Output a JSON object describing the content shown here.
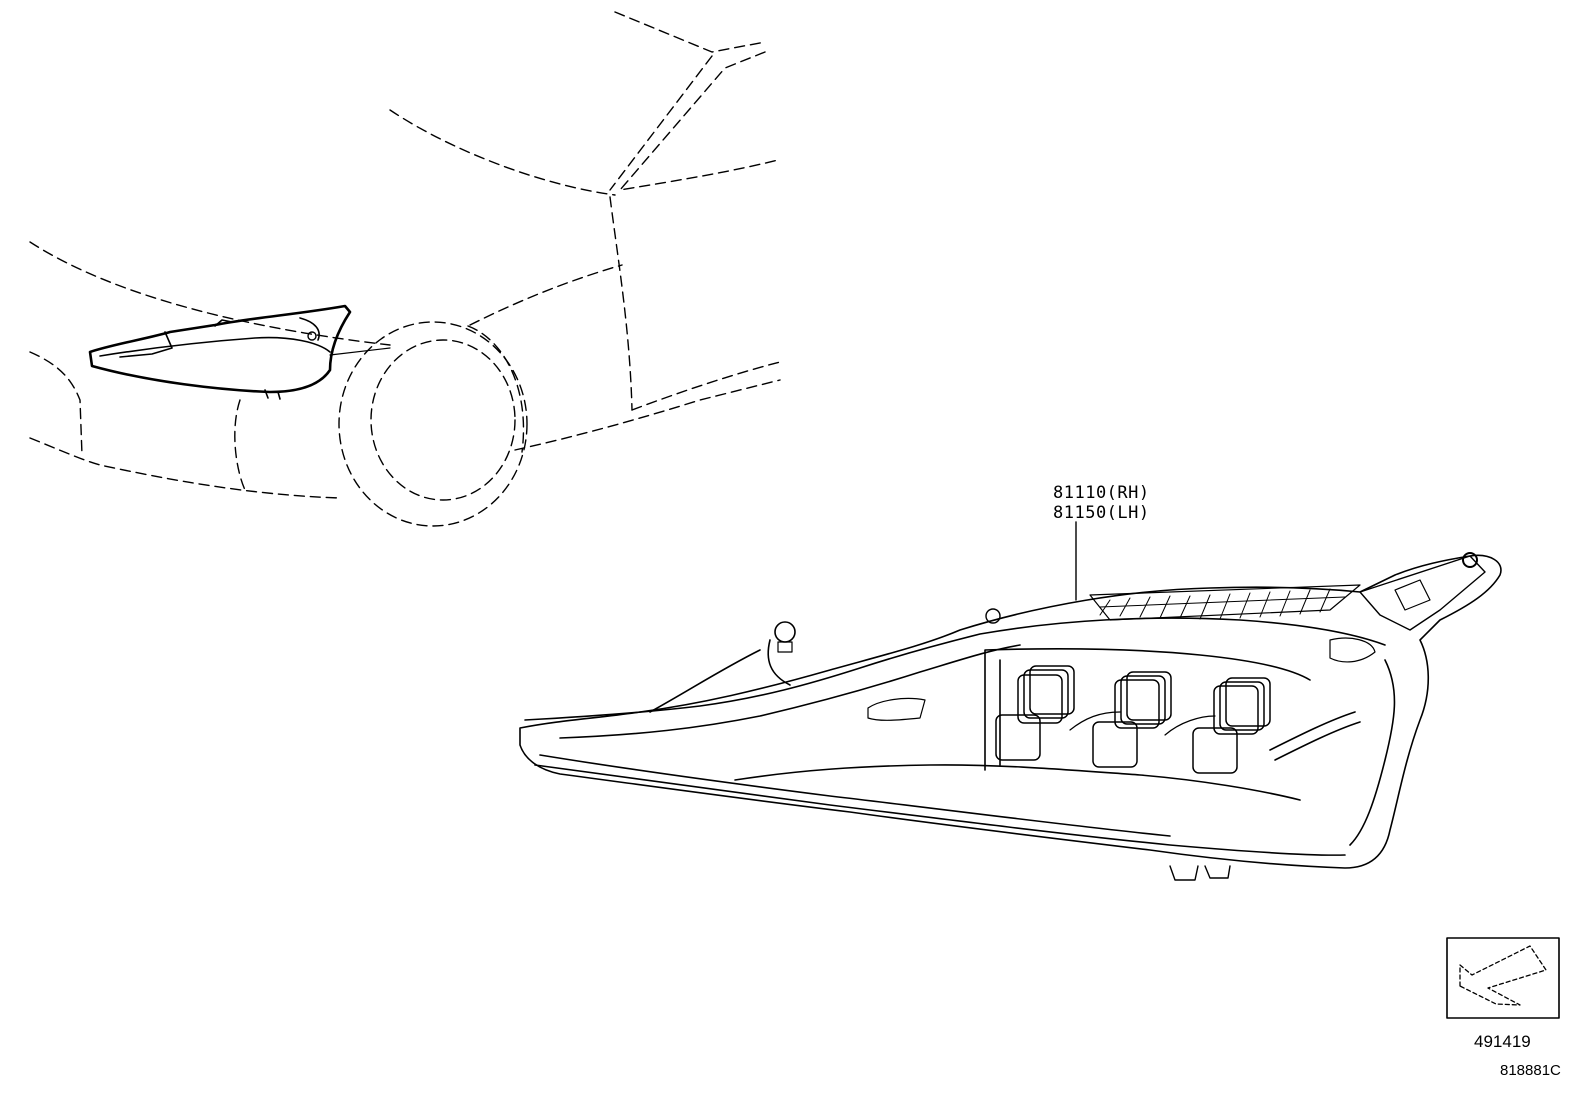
{
  "parts": {
    "rh": "81110(RH)",
    "lh": "81150(LH)"
  },
  "front_arrow": {
    "ref_number": "491419",
    "icon": "front-direction-arrow-icon"
  },
  "illustration_code": "818881C",
  "colors": {
    "line": "#000000",
    "background": "#ffffff"
  }
}
